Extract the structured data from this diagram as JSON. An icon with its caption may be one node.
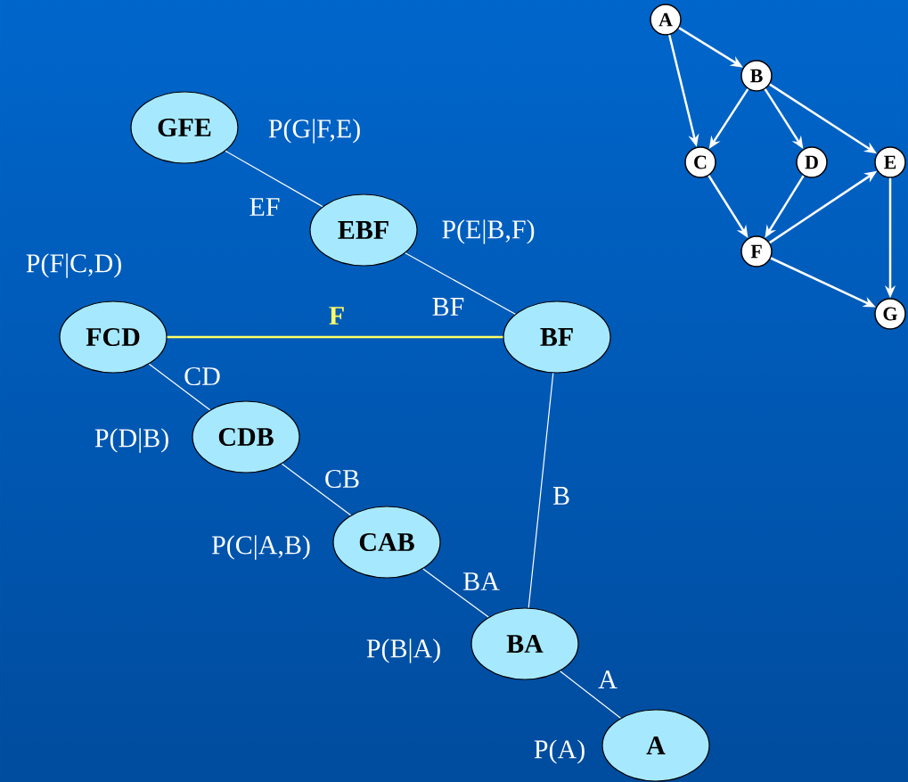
{
  "diagram": {
    "nodes": [
      {
        "text": [
          "GFE"
        ],
        "beside": [
          "P(G|F,E)"
        ]
      },
      {
        "text": [
          "EBF"
        ],
        "beside": [
          "P(E|B,F)"
        ]
      },
      {
        "text": [
          "FCD"
        ],
        "beside": [
          "P(F|C,D)"
        ]
      },
      {
        "text": [
          "BF"
        ]
      },
      {
        "text": [
          "CDB"
        ],
        "beside": [
          "P(D|B)"
        ]
      },
      {
        "text": [
          "CAB"
        ],
        "beside": [
          "P(C|A,B)"
        ]
      },
      {
        "text": [
          "BA"
        ],
        "beside": [
          "P(B|A)"
        ]
      },
      {
        "text": [
          "A"
        ],
        "beside": [
          "P(A)"
        ]
      },
      {
        "text": [
          "A"
        ]
      },
      {
        "text": [
          "B"
        ]
      },
      {
        "text": [
          "C"
        ]
      },
      {
        "text": [
          "D"
        ]
      },
      {
        "text": [
          "E"
        ]
      },
      {
        "text": [
          "F"
        ]
      },
      {
        "text": [
          "G"
        ]
      }
    ],
    "edges": [
      {
        "from": 0,
        "to": 1,
        "arrow": "none",
        "label": "EF"
      },
      {
        "from": 1,
        "to": 3,
        "arrow": "none",
        "label": "BF"
      },
      {
        "from": 2,
        "to": 3,
        "arrow": "none",
        "label": "F",
        "color": "#ffff66"
      },
      {
        "from": 2,
        "to": 4,
        "arrow": "none",
        "label": "CD"
      },
      {
        "from": 4,
        "to": 5,
        "arrow": "none",
        "label": "CB"
      },
      {
        "from": 5,
        "to": 6,
        "arrow": "none",
        "label": "BA"
      },
      {
        "from": 3,
        "to": 6,
        "arrow": "none",
        "label": "B"
      },
      {
        "from": 6,
        "to": 7,
        "arrow": "none",
        "label": "A"
      },
      {
        "from": 8,
        "to": 9,
        "arrow": "to"
      },
      {
        "from": 8,
        "to": 10,
        "arrow": "to"
      },
      {
        "from": 9,
        "to": 10,
        "arrow": "to"
      },
      {
        "from": 9,
        "to": 11,
        "arrow": "to"
      },
      {
        "from": 9,
        "to": 12,
        "arrow": "to"
      },
      {
        "from": 10,
        "to": 13,
        "arrow": "to"
      },
      {
        "from": 11,
        "to": 13,
        "arrow": "to"
      },
      {
        "from": 13,
        "to": 12,
        "arrow": "to"
      },
      {
        "from": 12,
        "to": 14,
        "arrow": "to"
      },
      {
        "from": 13,
        "to": 14,
        "arrow": "to"
      }
    ]
  }
}
